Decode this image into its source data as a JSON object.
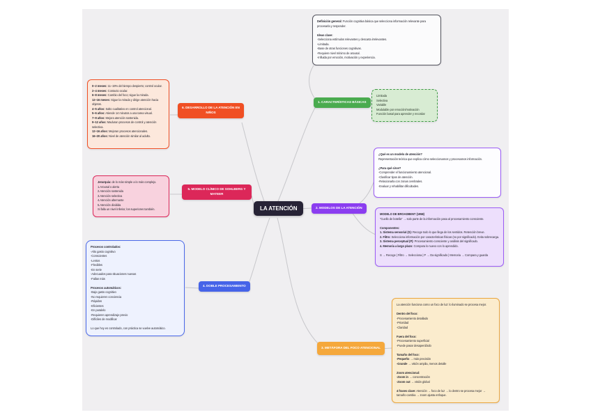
{
  "center": {
    "label": "LA ATENCIÓN"
  },
  "colors": {
    "canvas_bg": "#f0eff1",
    "center_dark": "#272336",
    "branch1_green": "#4aab4f",
    "branch2_purple": "#8b3df0",
    "branch3_amber": "#f5a83c",
    "branch4_blue": "#4664e8",
    "branch5_crimson": "#dc2759",
    "branch6_vermilion": "#f04f24",
    "connector_gray": "#c7c7cb"
  },
  "branches": {
    "b1": {
      "label": "1. CARACTERÍSTICAS BÁSICAS",
      "definition": {
        "lines": [
          {
            "b": "Definición general:",
            "t": " Función cognitiva básica que selecciona información relevante para procesarla y responder."
          },
          "",
          {
            "b": "Ideas clave:"
          },
          "-Selecciona estímulos relevantes y descarta irrelevantes.",
          "-Limitada.",
          "-Base de otras funciones cognitivas.",
          "-Requiere nivel mínimo de arousal.",
          "-Influida por emoción, motivación y experiencia."
        ]
      },
      "features": {
        "lines": [
          "Limitada",
          "Selectiva",
          "Variable",
          "Modulable por emoción/motivación",
          "Función basal para aprender y recordar"
        ]
      }
    },
    "b2": {
      "label": "2. MODELOS DE LA ATENCIÓN",
      "what_is": {
        "lines": [
          {
            "b": "¿Qué es un modelo de atención?"
          },
          "Representación teórica que explica cómo seleccionamos y procesamos información.",
          "",
          {
            "b": "¿Para qué sirve?"
          },
          "-Comprender el funcionamiento atencional.",
          "-Clasificar tipos de atención.",
          "-Relacionarla con zonas cerebrales.",
          "-Evaluar y rehabilitar dificultades."
        ]
      },
      "broadbent": {
        "lines": [
          {
            "b": "MODELO DE BROADBENT (1958)"
          },
          "\"Cuello de botella\" → solo parte de la información pasa al procesamiento consciente.",
          "",
          {
            "b": "Componentes:"
          },
          {
            "b": "1. Sistema sensorial (S):",
            "t": " Recoge todo lo que llega de los sentidos. Retención breve."
          },
          {
            "b": "2. Filtro:",
            "t": " Selecciona información por características físicas (no por significado). Evita sobrecarga."
          },
          {
            "b": "3. Sistema perceptual (P):",
            "t": " Procesamiento consciente y análisis del significado."
          },
          {
            "b": "4. Memoria a largo plazo:",
            "t": " Compara lo nuevo con lo aprendido."
          },
          "",
          "S → Recoge | Filtro → Selecciona | P → Da significado | Memoria → Compara y guarda"
        ]
      }
    },
    "b3": {
      "label": "3. METÁFORA DEL FOCO ATENCIONAL",
      "focus": {
        "lines": [
          "La atención funciona como un foco de luz: lo iluminado se procesa mejor.",
          "",
          {
            "b": "Dentro del foco:"
          },
          "-Procesamiento detallado",
          "-Prioridad",
          "-Claridad",
          "",
          {
            "b": "Fuera del foco:"
          },
          "-Procesamiento superficial",
          "-Puede pasar desapercibido",
          "",
          {
            "b": "Tamaño del foco:"
          },
          {
            "b": "-Pequeño",
            "t": " → más precisión"
          },
          {
            "b": "-Grande",
            "t": " → visión amplia, menos detalle"
          },
          "",
          {
            "b": "Zoom atencional:"
          },
          {
            "b": "-Zoom in",
            "t": " → concentración"
          },
          {
            "b": "-Zoom out",
            "t": " → visión global"
          },
          "",
          {
            "b": "4 frases clave:",
            "t": " Atención → foco de luz → lo dentro se procesa mejor → tamaño cambia → zoom ajusta enfoque."
          }
        ]
      }
    },
    "b4": {
      "label": "4. DOBLE PROCESAMIENTO",
      "dual": {
        "lines": [
          {
            "b": "Procesos controlados:"
          },
          "-Alto gasto cognitivo",
          "-Conscientes",
          "-Lentos",
          "-Flexibles",
          "-En serie",
          "-Adecuados para situaciones nuevas",
          "-Fallan más",
          "",
          {
            "b": "Procesos automáticos:"
          },
          "-Bajo gasto cognitivo",
          "-No requieren conciencia",
          "-Rápidos",
          "-Eficientes",
          "-En paralelo",
          "-Requieren aprendizaje previo",
          "-Difíciles de modificar",
          "",
          "Lo que hoy es controlado, con práctica se vuelve automático."
        ]
      }
    },
    "b5": {
      "label": "5. MODELO CLÍNICO DE SOHLBERG Y MATEER",
      "hierarchy": {
        "lines": [
          {
            "b": "Jerarquía:",
            "t": " de lo más simple a lo más complejo."
          },
          "1.Arousal o alerta",
          "2.Atención sostenida",
          "3.Atención selectiva",
          "4.Atención alternante",
          "5.Atención dividida",
          "Si falla un nivel inferior, los superiores también."
        ]
      }
    },
    "b6": {
      "label": "6. DESARROLLO DE LA ATENCIÓN EN NIÑOS",
      "development": {
        "lines": [
          {
            "b": "0–2 meses:",
            "t": " 11–19% del tiempo despierto; control ocular."
          },
          {
            "b": "2–4 meses:",
            "t": " Contacto ocular."
          },
          {
            "b": "6–8 meses:",
            "t": " Cambio del foco; sigue la mirada."
          },
          {
            "b": "12–16 meses:",
            "t": " Sigue la mirada y dirige atención hacia objetos."
          },
          {
            "b": "4–5 años:",
            "t": " Salto cualitativo en control atencional."
          },
          {
            "b": "5–6 años:",
            "t": " Atiende 14 minutos a una tarea visual."
          },
          {
            "b": "7–9 años:",
            "t": " Mejora atención sostenida."
          },
          {
            "b": "9–12 años:",
            "t": " Maduran procesos de control y atención selectiva."
          },
          {
            "b": "12–16 años:",
            "t": " Mejoran procesos atencionales."
          },
          {
            "b": "16–20 años:",
            "t": " Nivel de atención similar al adulto."
          }
        ]
      }
    }
  }
}
